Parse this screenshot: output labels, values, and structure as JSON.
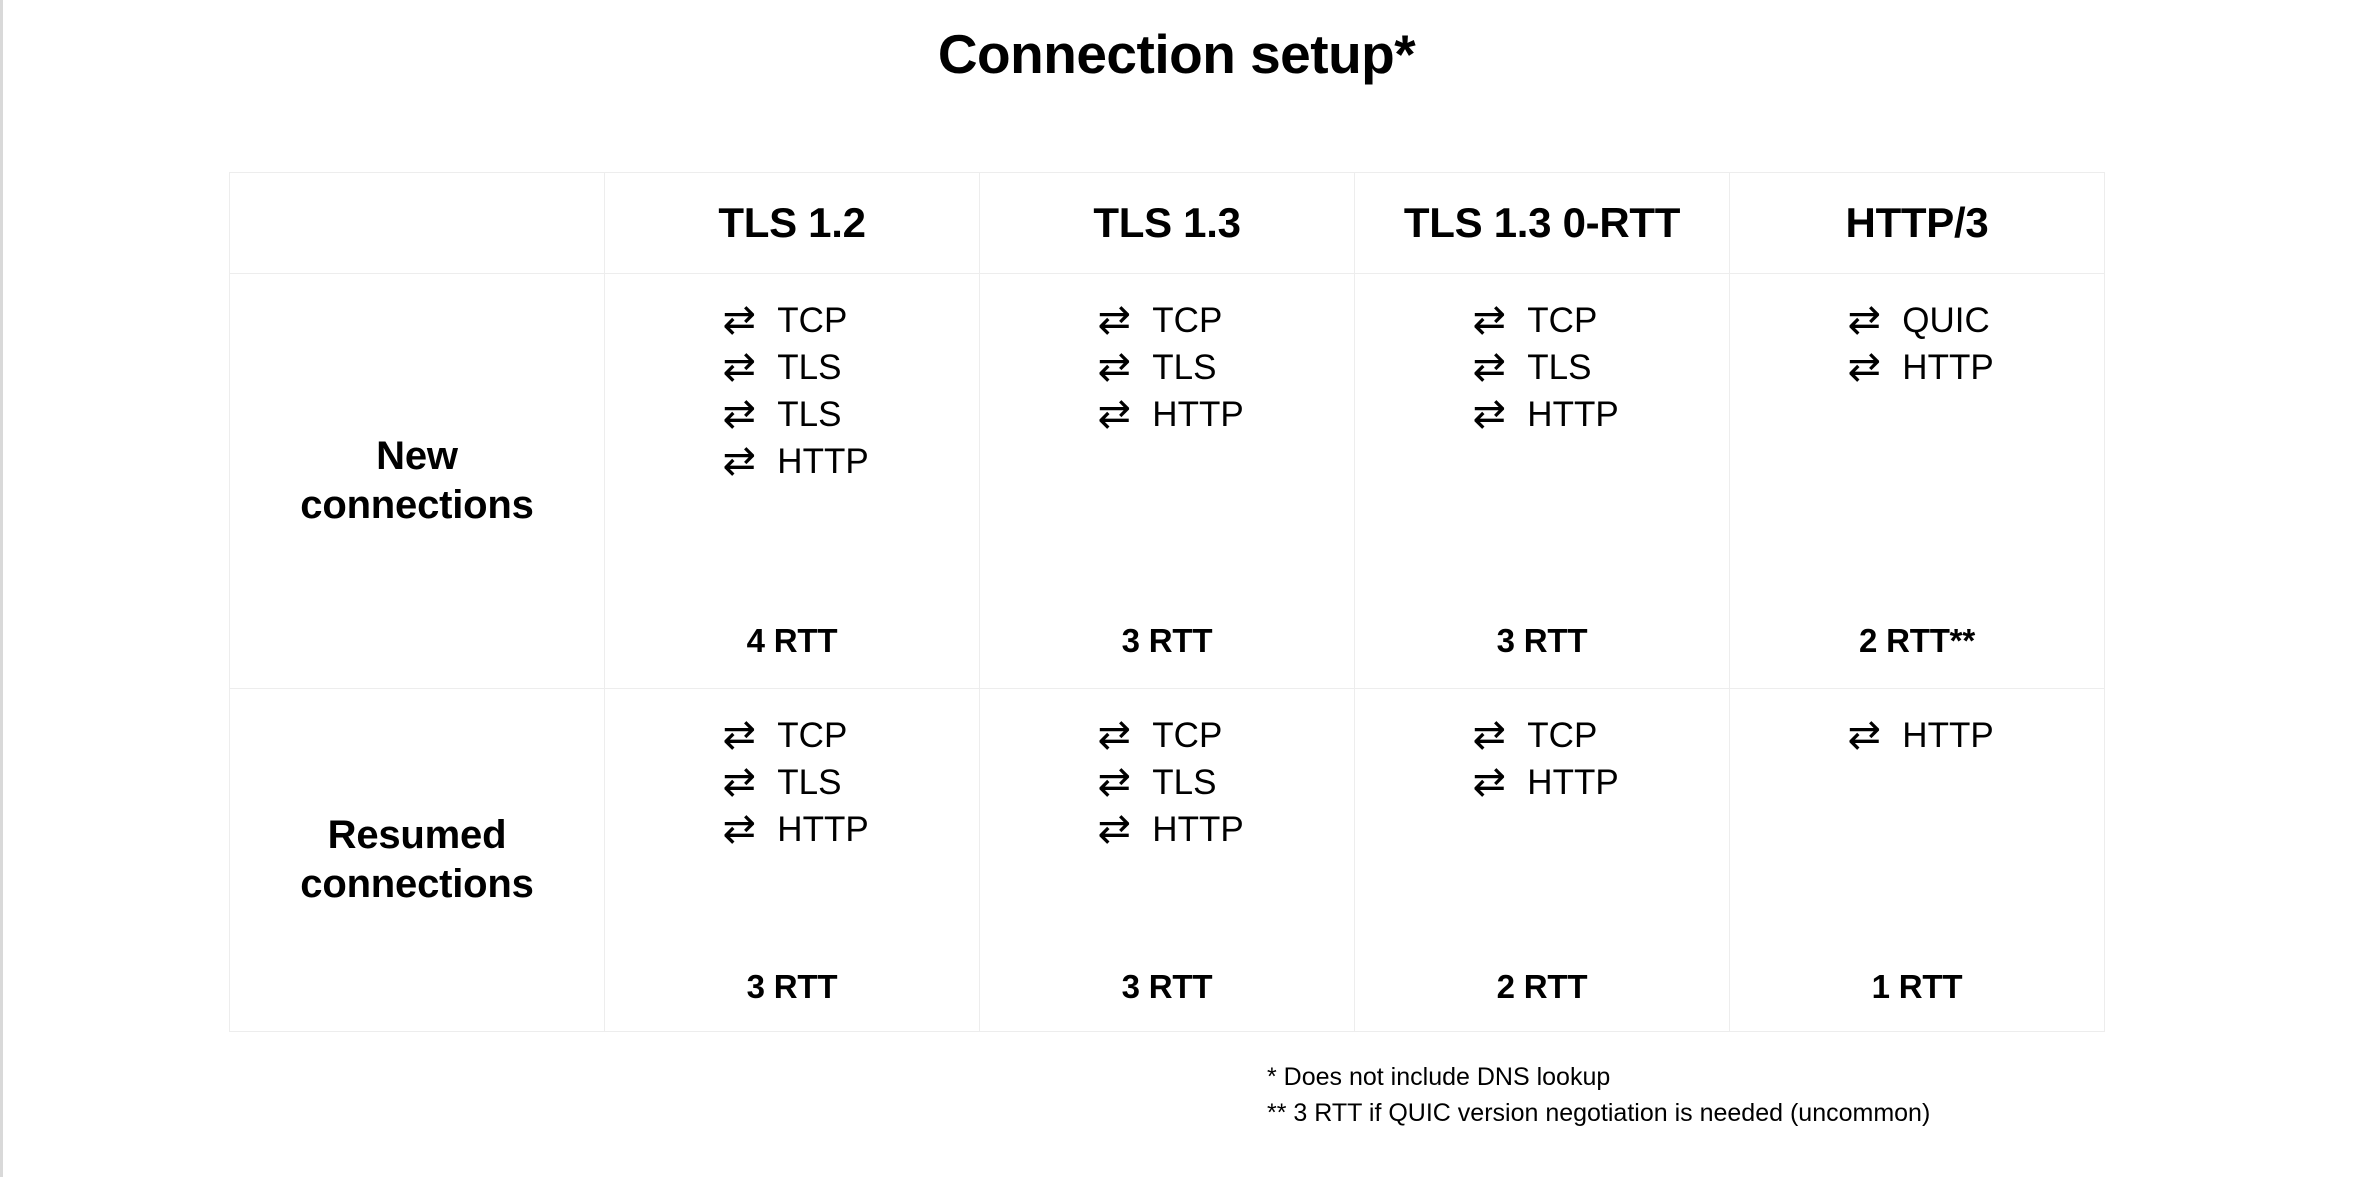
{
  "slide": {
    "title": "Connection setup*",
    "arrow_icon_glyph": "⇄",
    "border_color": "#d9d9d9",
    "grid_line_color": "#ededed",
    "text_color": "#000000"
  },
  "table": {
    "corner_label": "",
    "column_headers": [
      "TLS 1.2",
      "TLS 1.3",
      "TLS 1.3 0-RTT",
      "HTTP/3"
    ],
    "rows": [
      {
        "label_line1": "New",
        "label_line2": "connections",
        "cells": [
          {
            "steps": [
              "TCP",
              "TLS",
              "TLS",
              "HTTP"
            ],
            "rtt": "4 RTT"
          },
          {
            "steps": [
              "TCP",
              "TLS",
              "HTTP"
            ],
            "rtt": "3 RTT"
          },
          {
            "steps": [
              "TCP",
              "TLS",
              "HTTP"
            ],
            "rtt": "3 RTT"
          },
          {
            "steps": [
              "QUIC",
              "HTTP"
            ],
            "rtt": "2 RTT**"
          }
        ]
      },
      {
        "label_line1": "Resumed",
        "label_line2": "connections",
        "cells": [
          {
            "steps": [
              "TCP",
              "TLS",
              "HTTP"
            ],
            "rtt": "3 RTT"
          },
          {
            "steps": [
              "TCP",
              "TLS",
              "HTTP"
            ],
            "rtt": "3 RTT"
          },
          {
            "steps": [
              "TCP",
              "HTTP"
            ],
            "rtt": "2 RTT"
          },
          {
            "steps": [
              "HTTP"
            ],
            "rtt": "1 RTT"
          }
        ]
      }
    ]
  },
  "footnotes": [
    "* Does not include DNS lookup",
    "** 3 RTT if QUIC version negotiation is needed (uncommon)"
  ]
}
